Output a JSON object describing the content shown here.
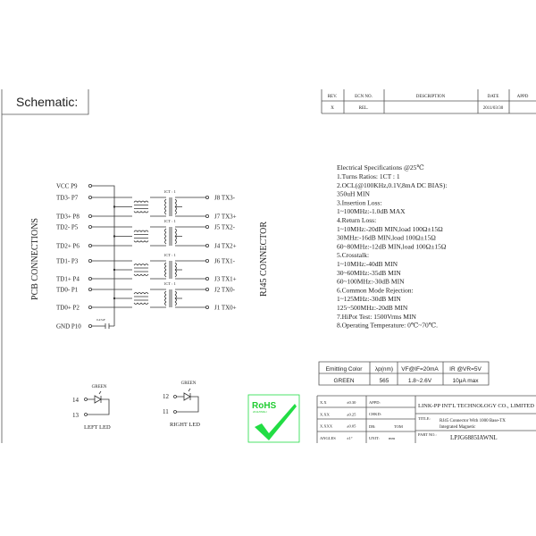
{
  "header": {
    "title": "Schematic:"
  },
  "revision_table": {
    "headers": [
      "REV.",
      "ECN NO.",
      "DESCRIPTION",
      "DATE",
      "APPD"
    ],
    "rows": [
      [
        "X",
        "REL.",
        "",
        "2011/03/30",
        ""
      ]
    ]
  },
  "schematic": {
    "left_label": "PCB CONNECTIONS",
    "right_label": "RJ45 CONNECTOR",
    "left_pins": [
      "VCC  P9",
      "TD3-  P7",
      "TD3+  P8",
      "TD2-  P5",
      "TD2+  P6",
      "TD1-  P3",
      "TD1+  P4",
      "TD0-  P1",
      "TD0+  P2",
      "GND  P10"
    ],
    "right_pins": [
      "J8  TX3-",
      "J7  TX3+",
      "J5  TX2-",
      "J4  TX2+",
      "J6  TX1-",
      "J3  TX1+",
      "J2  TX0-",
      "J1  TX0+"
    ],
    "ratio_label": "1CT : 1",
    "capacitor_label": "0.47uF"
  },
  "specs": {
    "title": "Electrical Specifications @25℃",
    "lines": [
      "1.Turns Ratios: 1CT : 1",
      "2.OCL(@100KHz,0.1V,8mA DC BIAS):",
      "   350uH MIN",
      "3.Insertion Loss:",
      "   1~100MHz:-1.0dB MAX",
      "4.Return Loss:",
      "   1~10MHz:-20dB MIN,load 100Ω±15Ω",
      "   30MHz:-16dB MIN,load 100Ω±15Ω",
      "   60~80MHz:-12dB MIN,load 100Ω±15Ω",
      "5.Crosstalk:",
      "   1~10MHz:-40dB MIN",
      "   30~60MHz:-35dB MIN",
      "   60~100MHz:-30dB MIN",
      "6.Common Mode Rejection:",
      "   1~125MHz:-30dB MIN",
      "   125~500MHz:-20dB MIN",
      "7.HiPot Test: 1500Vrms MIN",
      "8.Operating Temperature: 0℃~70℃."
    ]
  },
  "led_table": {
    "headers": [
      "Emitting Color",
      "λp(nm)",
      "VF@IF=20mA",
      "IR @VR=5V"
    ],
    "row": [
      "GREEN",
      "565",
      "1.8~2.6V",
      "10μA max"
    ]
  },
  "leds": {
    "left": {
      "color": "GREEN",
      "pin_a": "14",
      "pin_b": "13",
      "label": "LEFT LED"
    },
    "right": {
      "color": "GREEN",
      "pin_a": "12",
      "pin_b": "11",
      "label": "RIGHT LED"
    }
  },
  "logo": {
    "text": "RoHS",
    "subtext": "2011/65/EU",
    "color": "#22dd44"
  },
  "title_block": {
    "tolerances": [
      [
        "X.X",
        "±0.30"
      ],
      [
        "X.XX",
        "±0.25"
      ],
      [
        "X.XXX",
        "±0.05"
      ],
      [
        "ANGLES",
        "±1°"
      ]
    ],
    "appd": "APPD:",
    "chkd": "CHKD:",
    "dr_label": "DR:",
    "dr_value": "TOM",
    "unit_label": "UNIT:",
    "unit_value": "mm",
    "company": "LINK-PP INT'L TECHNOLOGY CO., LIMITED",
    "title_label": "TITLE:",
    "title_line1": "RJ45 Connector With 1000 Base-TX",
    "title_line2": "Integrated Magnetic",
    "part_label": "PART NO.:",
    "part_no": "LPJG6885IAWNL"
  }
}
